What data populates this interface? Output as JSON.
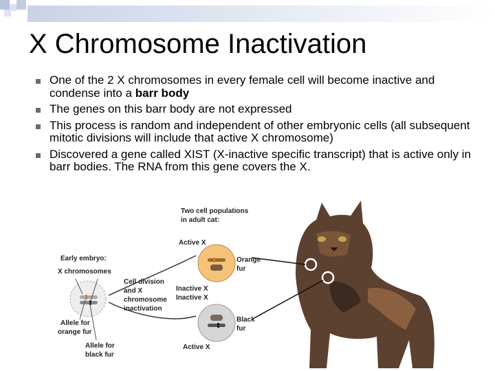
{
  "slide": {
    "title": "X Chromosome Inactivation",
    "bullets": [
      {
        "text": "One of the 2 X chromosomes in every female cell will become inactive and condense into a ",
        "bold": "barr body"
      },
      {
        "text": "The genes on this barr body are not expressed",
        "bold": ""
      },
      {
        "text": "This process is random and independent of other embryonic cells (all subsequent mitotic divisions will include that active X chromosome)",
        "bold": ""
      },
      {
        "text": "Discovered a gene called XIST (X-inactive specific transcript) that is active only in barr bodies.  The RNA from this gene covers the X.",
        "bold": ""
      }
    ]
  },
  "figure": {
    "populations_label_1": "Two cell populations",
    "populations_label_2": "in adult cat:",
    "embryo_label": "Early embryo:",
    "x_chrom_label": "X chromosomes",
    "process_1": "Cell division",
    "process_2": "and X",
    "process_3": "chromosome",
    "process_4": "inactivation",
    "active_x_top": "Active X",
    "inactive_x_1": "Inactive X",
    "inactive_x_2": "Inactive X",
    "active_x_bottom": "Active X",
    "orange_fur_1": "Orange",
    "orange_fur_2": "fur",
    "black_fur_1": "Black",
    "black_fur_2": "fur",
    "allele_orange_1": "Allele for",
    "allele_orange_2": "orange fur",
    "allele_black_1": "Allele for",
    "allele_black_2": "black fur"
  },
  "colors": {
    "orange_cell": "#f5c27a",
    "black_cell": "#d6d6d6",
    "cat_fur": "#6a4a32",
    "decor": "#c9d3e6"
  }
}
